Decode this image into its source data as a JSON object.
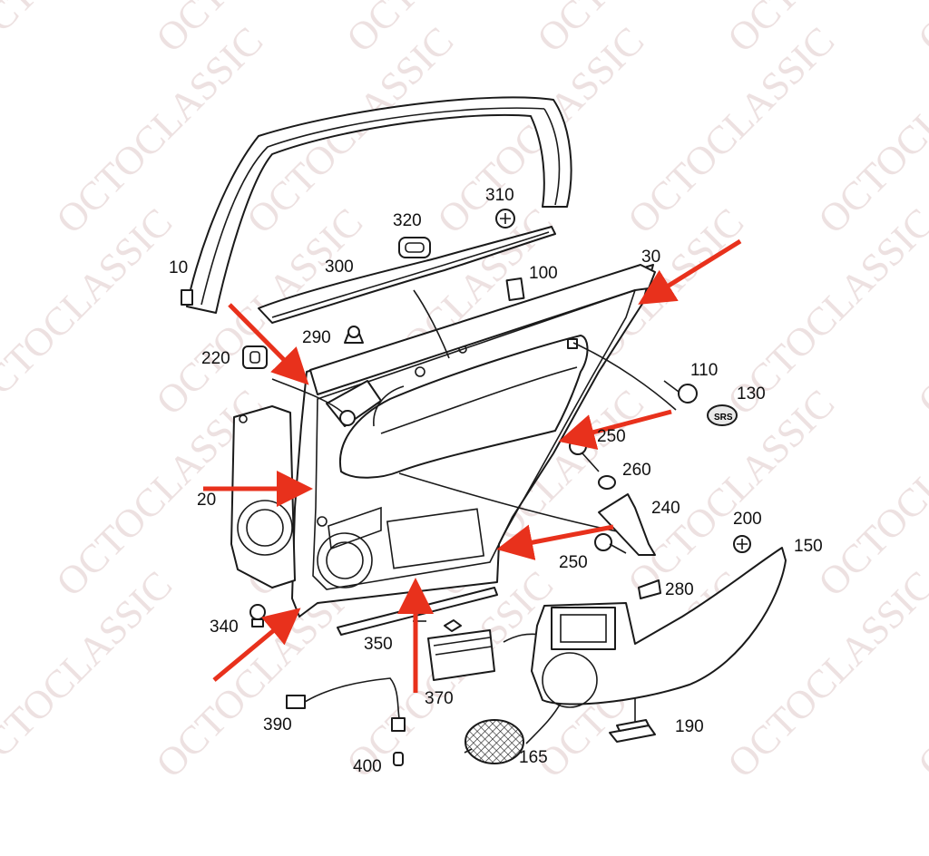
{
  "watermark": "OCTOCLASSIC",
  "colors": {
    "arrow": "#e8311c",
    "watermark": "#e7d7d7",
    "line": "#1a1a1a"
  },
  "labels": {
    "p10": "10",
    "p20": "20",
    "p30": "30",
    "p100": "100",
    "p110": "110",
    "p130": "130",
    "p150": "150",
    "p165": "165",
    "p190": "190",
    "p200": "200",
    "p220": "220",
    "p240": "240",
    "p250a": "250",
    "p250b": "250",
    "p260": "260",
    "p280": "280",
    "p290": "290",
    "p300": "300",
    "p310": "310",
    "p320": "320",
    "p340": "340",
    "p350": "350",
    "p370": "370",
    "p390": "390",
    "p400": "400"
  },
  "srs_text": "SRS"
}
